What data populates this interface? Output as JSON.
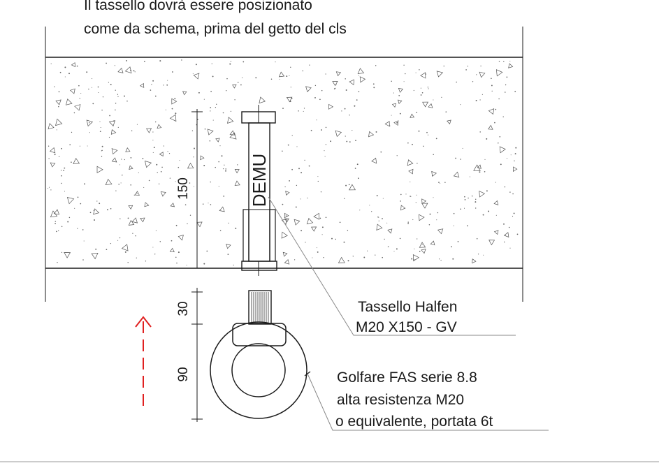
{
  "header": {
    "line1": "Il tassello dovrà essere posizionato",
    "line2": "come da schema, prima del getto del cls"
  },
  "anchor": {
    "brand_mark": "DEMU",
    "label_line1": "Tassello Halfen",
    "label_line2": "M20 X150 - GV"
  },
  "eyebolt": {
    "label_line1": "Golfare FAS serie 8.8",
    "label_line2": "alta resistenza M20",
    "label_line3": "o equivalente, portata 6t"
  },
  "dimensions": {
    "anchor_length": "150",
    "thread_length": "30",
    "ring_height": "90"
  },
  "colors": {
    "line": "#1a1a1a",
    "arrow": "#e02020",
    "leader": "#8a8a8a",
    "border": "#9a9a9a"
  }
}
